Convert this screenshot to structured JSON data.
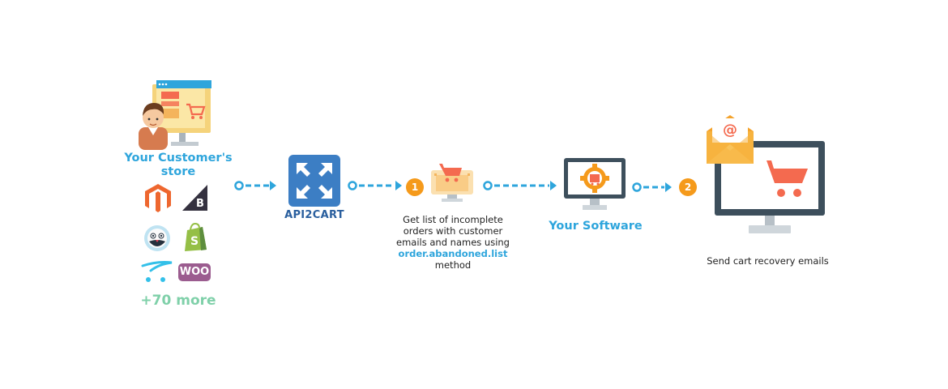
{
  "customer_store": {
    "label": "Your Customer's store",
    "platforms": [
      "magento-icon",
      "bigcommerce-icon",
      "prestashop-icon",
      "shopify-icon",
      "opencart-icon",
      "woocommerce-icon"
    ],
    "woo_text": "WOO",
    "more_label": "+70 more"
  },
  "api": {
    "label": "API2CART"
  },
  "step1": {
    "badge": "1",
    "text": "Get list of incomplete orders with customer emails and names using",
    "method": "order.abandoned.list",
    "suffix": "method"
  },
  "software": {
    "label": "Your Software"
  },
  "step2": {
    "badge": "2",
    "text": "Send cart recovery emails"
  },
  "email_symbol": "@",
  "colors": {
    "blue": "#2ea5dc",
    "orange": "#f59a1b",
    "coral": "#f46a4f",
    "dark": "#3d4f5c",
    "api_blue": "#3c7ec4"
  }
}
